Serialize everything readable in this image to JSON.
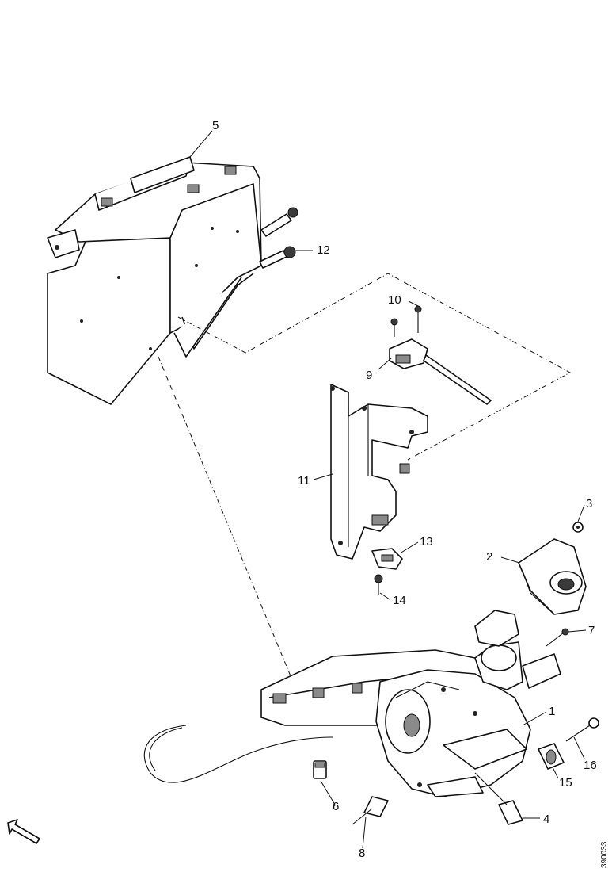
{
  "callouts": [
    {
      "id": "1",
      "label": "1"
    },
    {
      "id": "2",
      "label": "2"
    },
    {
      "id": "3",
      "label": "3"
    },
    {
      "id": "4",
      "label": "4"
    },
    {
      "id": "5",
      "label": "5"
    },
    {
      "id": "6",
      "label": "6"
    },
    {
      "id": "7",
      "label": "7"
    },
    {
      "id": "8",
      "label": "8"
    },
    {
      "id": "9",
      "label": "9"
    },
    {
      "id": "10",
      "label": "10"
    },
    {
      "id": "11",
      "label": "11"
    },
    {
      "id": "12",
      "label": "12"
    },
    {
      "id": "13",
      "label": "13"
    },
    {
      "id": "14",
      "label": "14"
    },
    {
      "id": "15",
      "label": "15"
    },
    {
      "id": "16",
      "label": "16"
    }
  ],
  "reference_number": "390033",
  "icons": {
    "direction_arrow": "forward-direction-arrow-icon"
  }
}
